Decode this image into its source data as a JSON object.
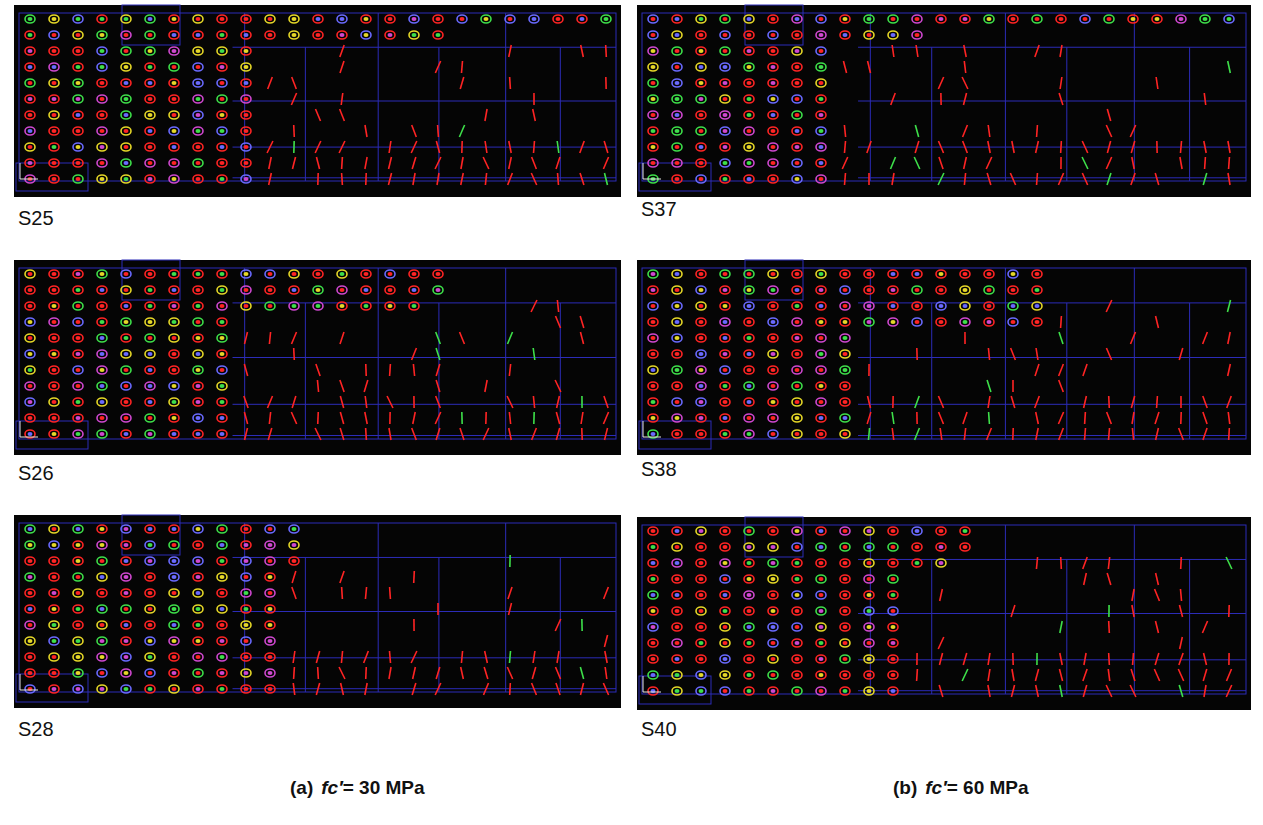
{
  "diagram": {
    "labels": [
      "S25",
      "S37",
      "S26",
      "S38",
      "S28",
      "S40",
      "(a)",
      "fc′",
      "= 30 MPa",
      "(b)",
      "fc′",
      "= 60 MPa"
    ]
  }
}
